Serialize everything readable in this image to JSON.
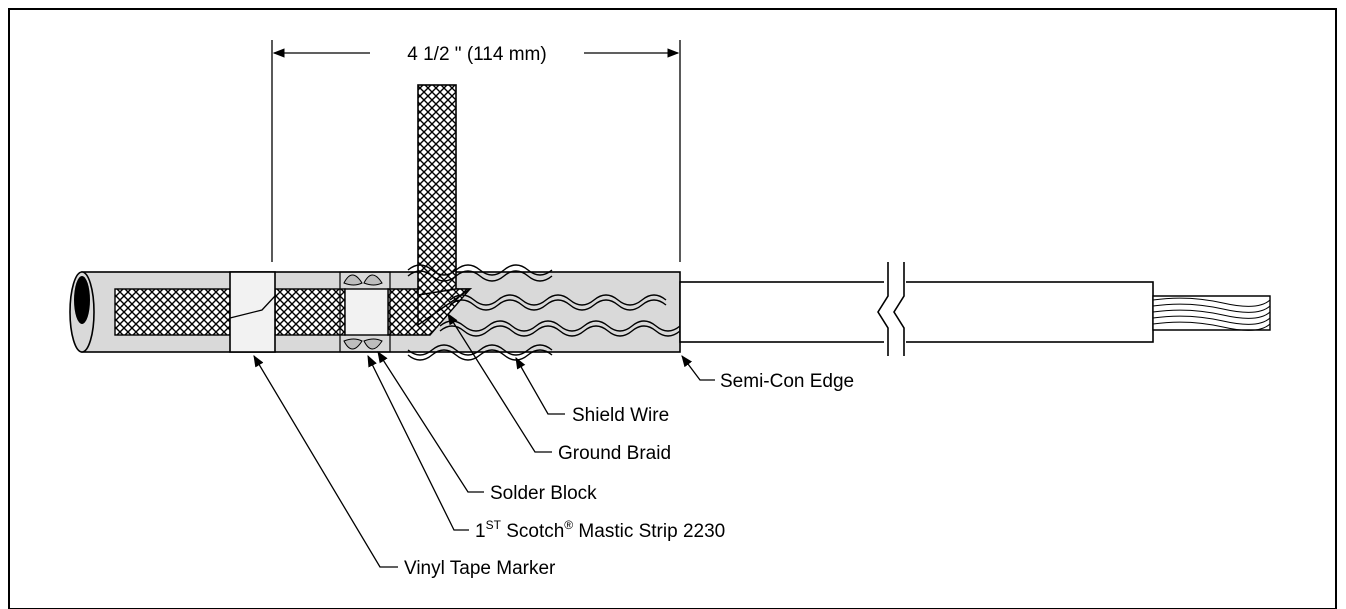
{
  "dimension": {
    "text": "4  1/2 \"  (114 mm)"
  },
  "labels": {
    "semi_con_edge": "Semi-Con Edge",
    "shield_wire": "Shield Wire",
    "ground_braid": "Ground Braid",
    "solder_block": "Solder Block",
    "mastic_strip_prefix": "1",
    "mastic_strip_sup": "ST",
    "mastic_strip_mid": " Scotch",
    "mastic_strip_reg": "®",
    "mastic_strip_suffix": " Mastic Strip 2230",
    "vinyl_tape_marker": "Vinyl Tape Marker"
  },
  "colors": {
    "jacket": "#d9d9d9",
    "tape": "#f2f2f2",
    "insulation": "#ffffff",
    "frame": "#000000"
  }
}
